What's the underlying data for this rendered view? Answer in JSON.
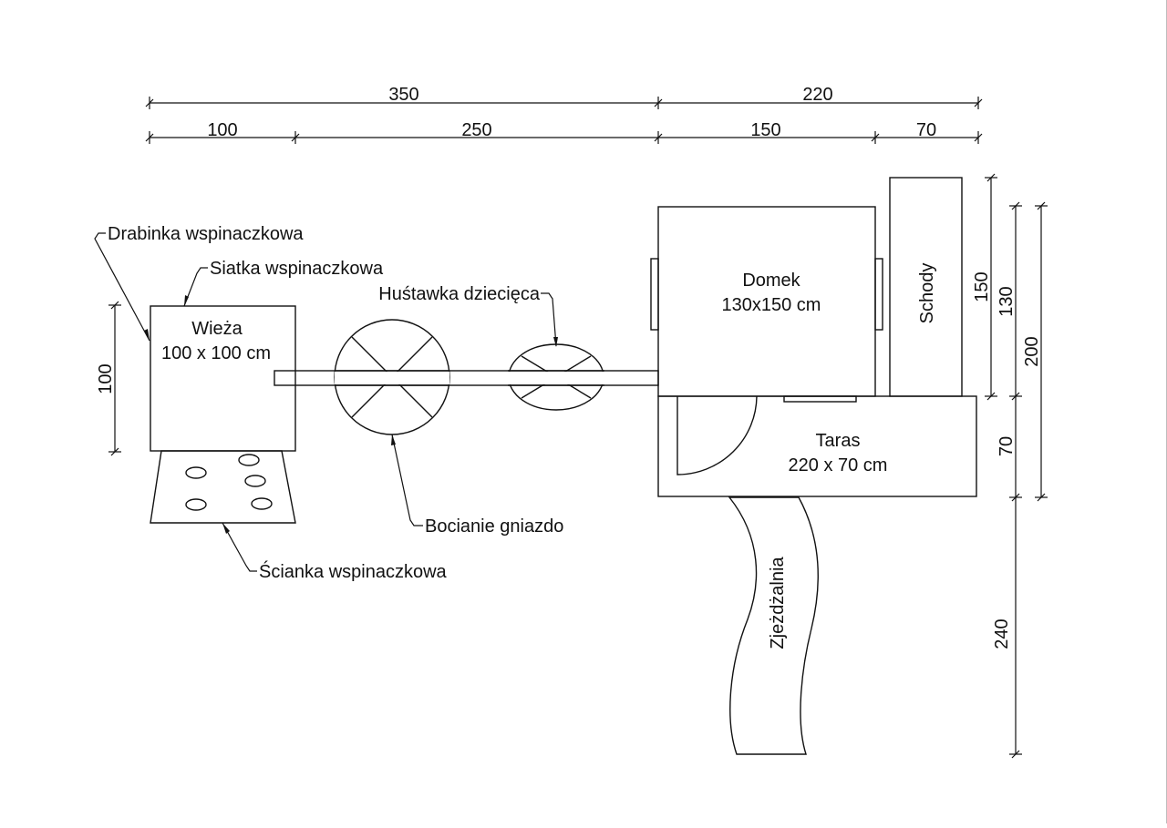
{
  "dimensions": {
    "top_total_left": "350",
    "top_total_right": "220",
    "top_segment_1": "100",
    "top_segment_2": "250",
    "top_segment_3": "150",
    "top_segment_4": "70",
    "tower_height": "100",
    "right_house": "150",
    "right_stairs": "130",
    "right_total": "200",
    "right_terrace": "70",
    "right_slide": "240"
  },
  "components": {
    "tower": {
      "name": "Wieża",
      "size": "100 x 100 cm"
    },
    "house": {
      "name": "Domek",
      "size": "130x150 cm"
    },
    "terrace": {
      "name": "Taras",
      "size": "220 x 70 cm"
    },
    "stairs": "Schody",
    "slide": "Zjeżdżalnia"
  },
  "callouts": {
    "climbing_ladder": "Drabinka wspinaczkowa",
    "climbing_net": "Siatka wspinaczkowa",
    "kids_swing": "Huśtawka dziecięca",
    "stork_nest": "Bocianie gniazdo",
    "climbing_wall": "Ścianka wspinaczkowa"
  }
}
